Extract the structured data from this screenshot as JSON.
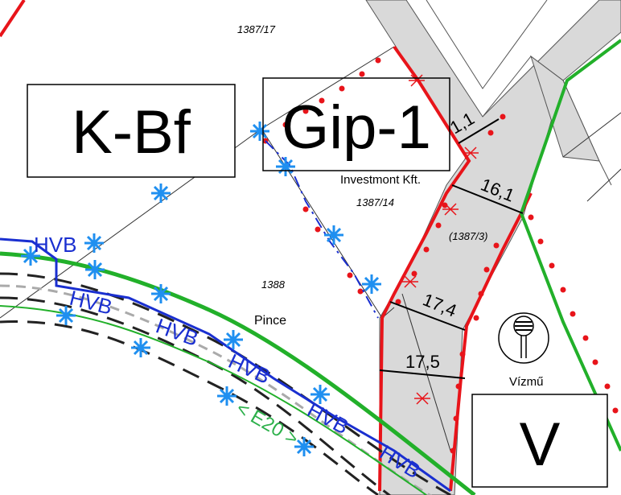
{
  "zones": {
    "kbf": "K-Bf",
    "gip": "Gip-1",
    "v": "V"
  },
  "plots": {
    "p1387_17": "1387/17",
    "p1387_14": "1387/14",
    "p1387_3": "(1387/3)",
    "p1388": "1388"
  },
  "labels": {
    "investment": "Investmont Kft.",
    "pince": "Pince",
    "vizmu": "Vízmű"
  },
  "dimensions": {
    "d1": "1,1",
    "d2": "16,1",
    "d3": "17,4",
    "d4": "17,5"
  },
  "utility": {
    "hvb": "HVB",
    "e20": "< E20 >"
  },
  "colors": {
    "road_fill": "#d9d9d9",
    "boundary_red": "#e8141a",
    "green_line": "#22b02a",
    "blue_line": "#1a2fd0",
    "star_blue": "#1f8ff0"
  }
}
